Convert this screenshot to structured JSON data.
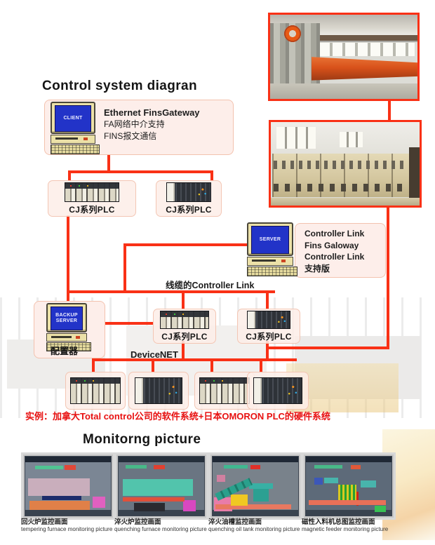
{
  "titles": {
    "diagram": "Control system diagran",
    "monitoring": "Monitorng picture"
  },
  "client": {
    "screen_label": "CLIENT",
    "heading": "Ethernet FinsGateway",
    "line2": "FA网络中介支持",
    "line3": "FINS报文通信"
  },
  "server": {
    "screen_label": "SERVER",
    "lines": [
      "Controller Link",
      "Fins Galoway",
      "Controller Link",
      "支持版"
    ]
  },
  "backup": {
    "screen_line1": "BACKUP",
    "screen_line2": "SERVER",
    "caption": "配置器"
  },
  "plc_label": "CJ系列PLC",
  "bus_labels": {
    "controller_link": "线缆的Controller Link",
    "devicenet": "DeviceNET"
  },
  "example_note": "实例：加拿大Total control公司的软件系统+日本OMORON PLC的硬件系统",
  "monitors": [
    {
      "caption_zh": "回火炉监控画面",
      "caption_en": "tempering furnace monitoring picture"
    },
    {
      "caption_zh": "淬火炉监控画面",
      "caption_en": "quenching furnace monitoring picture"
    },
    {
      "caption_zh": "淬火油槽监控画面",
      "caption_en": "quenching oil tank monitoring picture"
    },
    {
      "caption_zh": "磁性入料机总图监控画面",
      "caption_en": "magnetic feeder monitoring picture"
    }
  ],
  "colors": {
    "connector_red": "#f93116",
    "box_bg": "#fdeeea",
    "box_border": "#f3c2ae",
    "screen_blue": "#2233c8",
    "red_text": "#e81010"
  }
}
